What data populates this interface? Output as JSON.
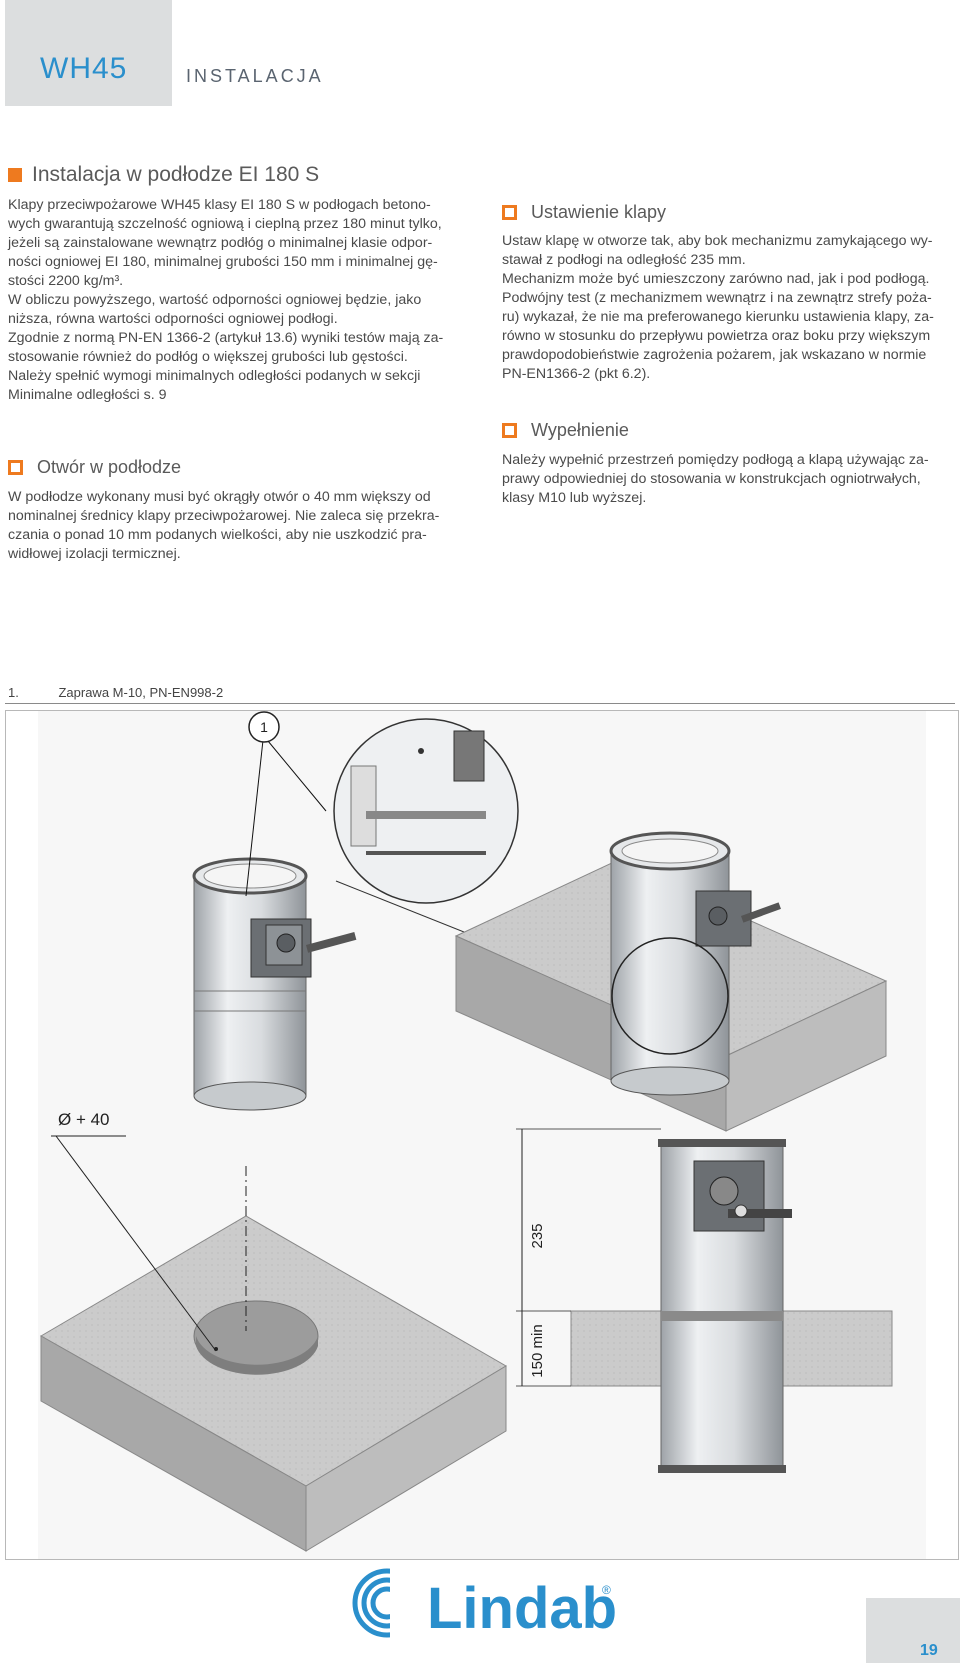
{
  "header": {
    "product": "WH45",
    "section": "INSTALACJA"
  },
  "left": {
    "title": "Instalacja w podłodze EI 180 S",
    "para1": [
      "Klapy przeciwpożarowe WH45 klasy EI 180 S w podłogach betono-",
      "wych gwarantują szczelność ogniową i cieplną przez 180 minut tylko,",
      "jeżeli są zainstalowane wewnątrz podłóg o minimalnej klasie odpor-",
      "ności ogniowej EI 180, minimalnej grubości 150 mm i minimalnej gę-",
      "stości 2200 kg/m³."
    ],
    "para2": [
      "W obliczu powyższego, wartość odporności ogniowej będzie, jako",
      "niższa, równa wartości odporności ogniowej podłogi."
    ],
    "para3": [
      "Zgodnie z normą PN-EN 1366-2 (artykuł 13.6) wyniki testów mają za-",
      "stosowanie również do podłóg o większej grubości lub gęstości."
    ],
    "para4": [
      "Należy spełnić wymogi minimalnych odległości podanych w sekcji",
      "Minimalne odległości s. 9"
    ],
    "sub_title": "Otwór w podłodze",
    "para5": [
      "W podłodze wykonany musi być okrągły otwór o 40 mm większy od",
      "nominalnej średnicy klapy przeciwpożarowej. Nie zaleca się przekra-",
      "czania o ponad 10 mm podanych wielkości, aby nie uszkodzić pra-",
      "widłowej izolacji termicznej."
    ]
  },
  "right": {
    "title1": "Ustawienie klapy",
    "para1": [
      "Ustaw klapę w otworze tak, aby bok mechanizmu zamykającego wy-",
      "stawał z podłogi na odległość 235 mm.",
      "Mechanizm może być umieszczony zarówno nad, jak i pod podłogą.",
      "Podwójny test (z mechanizmem wewnątrz i na zewnątrz strefy poża-",
      "ru) wykazał, że nie ma preferowanego kierunku ustawienia klapy, za-",
      "równo w stosunku do przepływu powietrza oraz boku przy większym",
      "prawdopodobieństwie zagrożenia pożarem, jak wskazano w normie",
      "PN-EN1366-2 (pkt 6.2)."
    ],
    "title2": "Wypełnienie",
    "para2": [
      "Należy wypełnić przestrzeń pomiędzy podłogą a klapą używając za-",
      "prawy odpowiedniej do stosowania w konstrukcjach ogniotrwałych,",
      "klasy M10 lub wyższej."
    ]
  },
  "caption": {
    "num": "1.",
    "text": "Zaprawa M-10, PN-EN998-2"
  },
  "figure": {
    "callout": "1",
    "diameter": "Ø + 40",
    "dim_235": "235",
    "dim_150": "150 min"
  },
  "footer": {
    "brand": "Lindab",
    "registered": "®",
    "page": "19"
  },
  "colors": {
    "accent": "#ee7a1f",
    "brand": "#2a8fcc",
    "concrete_top": "#cfcfcf",
    "concrete_side": "#a9a9a9"
  }
}
